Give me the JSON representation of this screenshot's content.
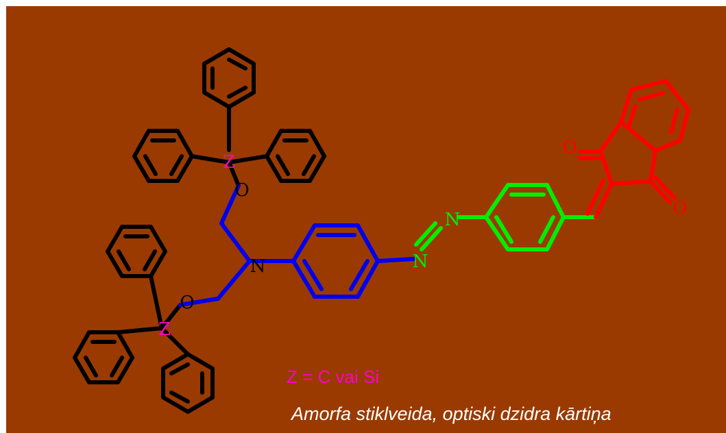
{
  "colors": {
    "background": "#9a3a00",
    "ph": "#000000",
    "amine": "#0000ee",
    "azo": "#00ee00",
    "indandione": "#ff0000",
    "z": "#ff00cc",
    "caption": "#ffffff",
    "page_margin": "#ffffff"
  },
  "atoms": {
    "z1": "Z",
    "o1": "O",
    "n_amine": "N",
    "o2": "O",
    "z2": "Z",
    "n_azo_1": "N",
    "n_azo_2": "N",
    "o_ketone_1": "O",
    "o_ketone_2": "O"
  },
  "formula_note": "Z = C vai Si",
  "caption": "Amorfa stiklveida, optiski dzidra kārtiņa"
}
